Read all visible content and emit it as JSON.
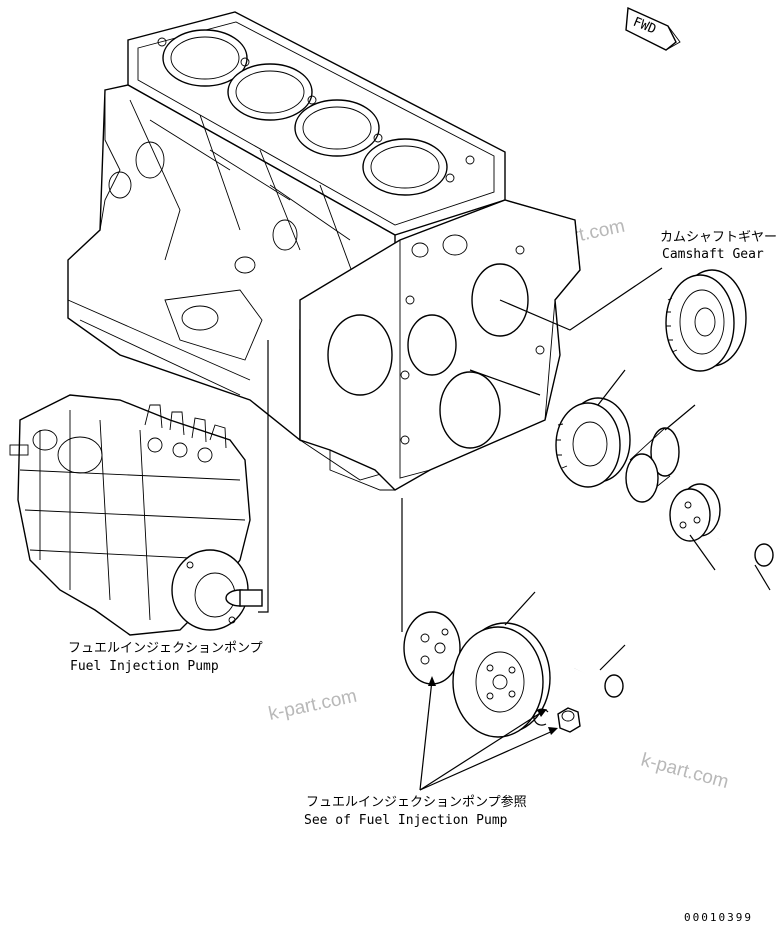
{
  "direction_marker": "FWD",
  "labels": {
    "camshaft_jp": "カムシャフトギヤー",
    "camshaft_en": "Camshaft Gear",
    "fip_jp": "フュエルインジェクションポンプ",
    "fip_en": "Fuel Injection Pump",
    "see_jp": "フュエルインジェクションポンプ参照",
    "see_en": "See of Fuel Injection Pump"
  },
  "watermark": "k-part.com",
  "drawing_number": "00010399"
}
